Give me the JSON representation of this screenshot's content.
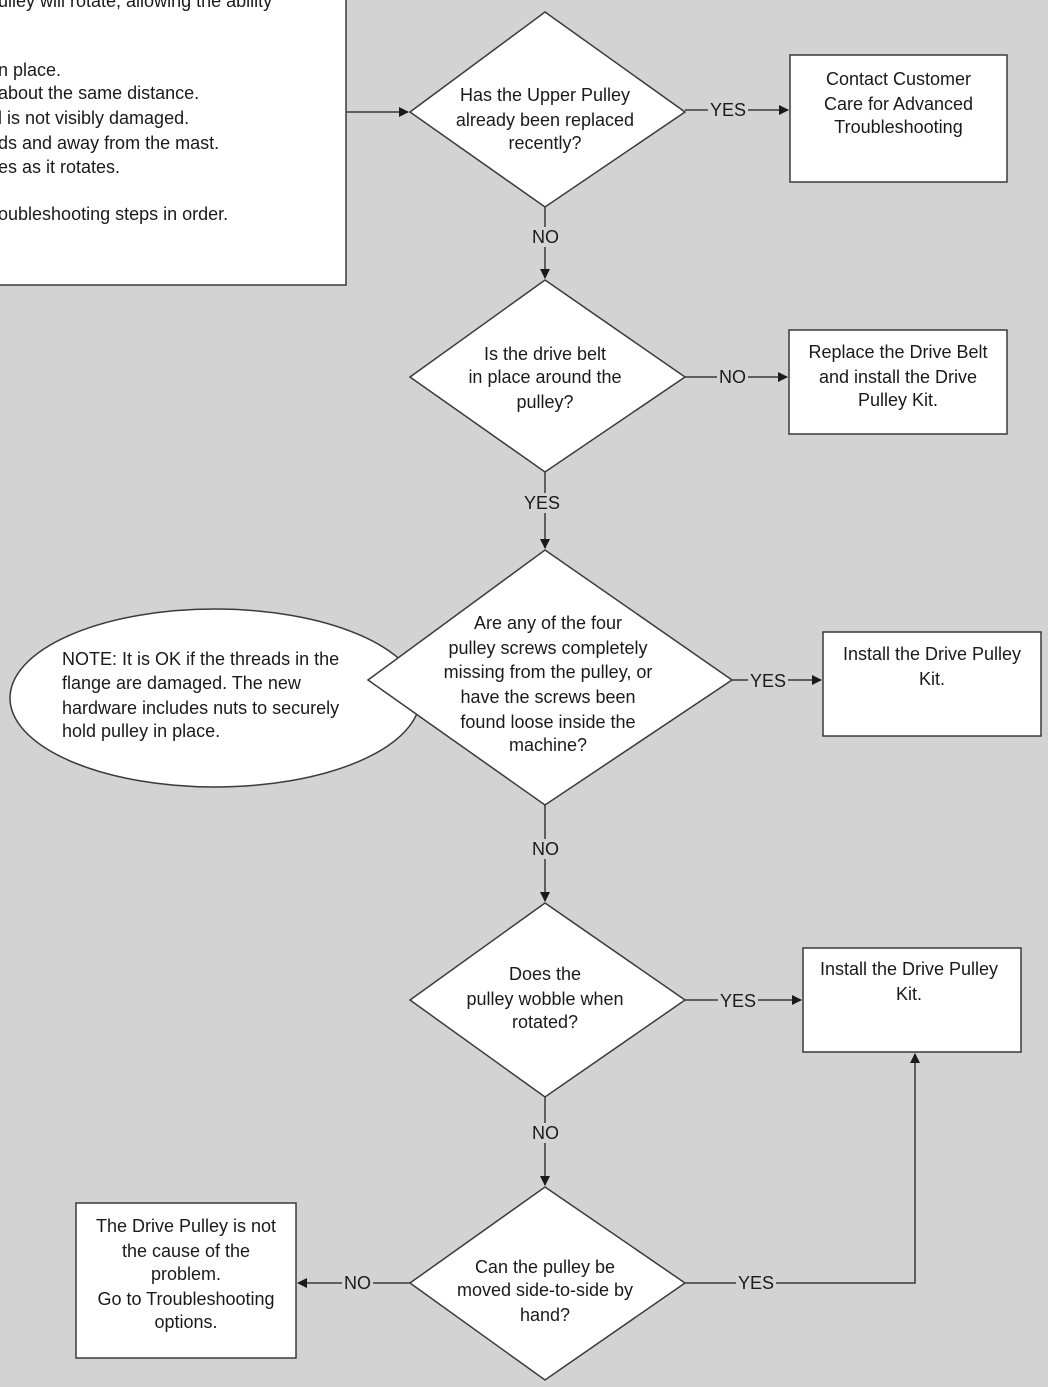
{
  "intro_box": {
    "lines": [
      "ulley will rotate, allowing the ability",
      "n place.",
      "about the same distance.",
      "l is not visibly damaged.",
      "ds and away from the mast.",
      "es as it rotates.",
      "oubleshooting steps in order."
    ]
  },
  "nodes": {
    "q_upper_pulley": {
      "lines": [
        "Has the Upper Pulley",
        "already been replaced",
        "recently?"
      ]
    },
    "contact_care": {
      "lines": [
        "Contact Customer",
        "Care for Advanced",
        "Troubleshooting"
      ]
    },
    "q_drive_belt": {
      "lines": [
        "Is the drive belt",
        "in place around the",
        "pulley?"
      ]
    },
    "replace_belt": {
      "lines": [
        "Replace the Drive Belt",
        "and install the Drive",
        "Pulley Kit."
      ]
    },
    "q_screws": {
      "lines": [
        "Are any of the four",
        "pulley screws completely",
        "missing from the pulley, or",
        "have the screws been",
        "found loose inside the",
        "machine?"
      ]
    },
    "install_kit_1": {
      "lines": [
        "Install the Drive Pulley",
        "Kit."
      ]
    },
    "note": {
      "lines": [
        "NOTE: It is OK if the threads in the",
        "flange are damaged. The new",
        "hardware includes nuts to securely",
        "hold pulley in place."
      ]
    },
    "q_wobble": {
      "lines": [
        "Does the",
        "pulley wobble when",
        "rotated?"
      ]
    },
    "install_kit_2": {
      "lines": [
        "Install the Drive Pulley",
        "Kit."
      ]
    },
    "q_side_to_side": {
      "lines": [
        "Can the pulley be",
        "moved side-to-side by",
        "hand?"
      ]
    },
    "not_cause": {
      "lines": [
        "The Drive Pulley is not",
        "the cause of the",
        "problem.",
        "Go to Troubleshooting",
        "options."
      ]
    }
  },
  "edges": {
    "yes_upper": "YES",
    "no_upper": "NO",
    "no_belt": "NO",
    "yes_belt": "YES",
    "yes_screws": "YES",
    "no_screws": "NO",
    "yes_wobble": "YES",
    "no_wobble": "NO",
    "no_side": "NO",
    "yes_side": "YES"
  }
}
